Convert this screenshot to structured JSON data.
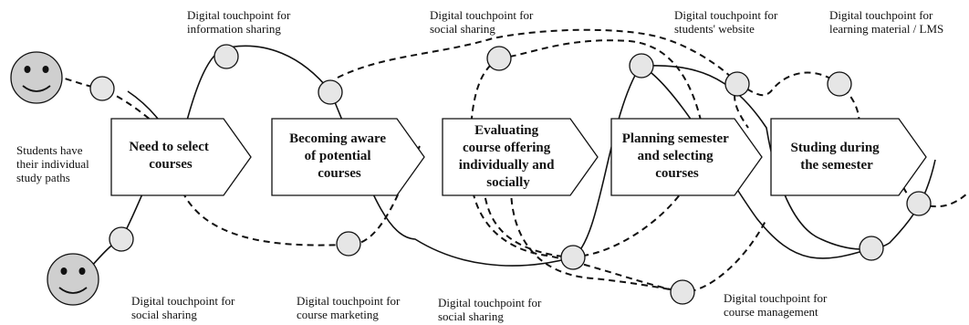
{
  "figure": {
    "stages": [
      "Need to select\ncourses",
      "Becoming aware\nof potential\ncourses",
      "Evaluating\ncourse offering\nindividually and\nsocially",
      "Planning semester\nand selecting\ncourses",
      "Studing during\nthe semester"
    ],
    "students_label": "Students have\ntheir individual\nstudy paths",
    "touchpoints_top": [
      "Digital touchpoint for\ninformation sharing",
      "Digital touchpoint for\nsocial sharing",
      "Digital touchpoint for\nstudents' website",
      "Digital touchpoint for\nlearning material / LMS"
    ],
    "touchpoints_bottom": [
      "Digital touchpoint for\nsocial sharing",
      "Digital touchpoint for\ncourse marketing",
      "Digital touchpoint for\nsocial sharing",
      "Digital touchpoint for\ncourse management"
    ]
  }
}
